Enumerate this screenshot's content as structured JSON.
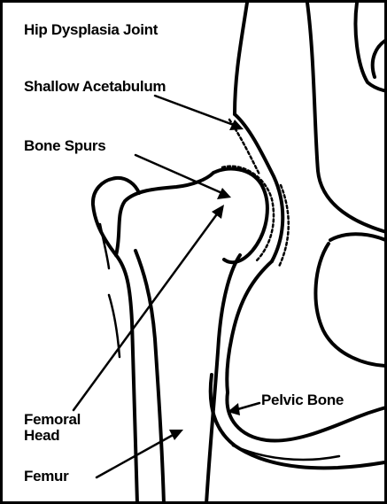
{
  "diagram": {
    "title": "Hip Dysplasia Joint",
    "labels": {
      "shallow_acetabulum": "Shallow Acetabulum",
      "bone_spurs": "Bone Spurs",
      "femoral_head_line1": "Femoral",
      "femoral_head_line2": "Head",
      "femur": "Femur",
      "pelvic_bone": "Pelvic Bone"
    }
  }
}
